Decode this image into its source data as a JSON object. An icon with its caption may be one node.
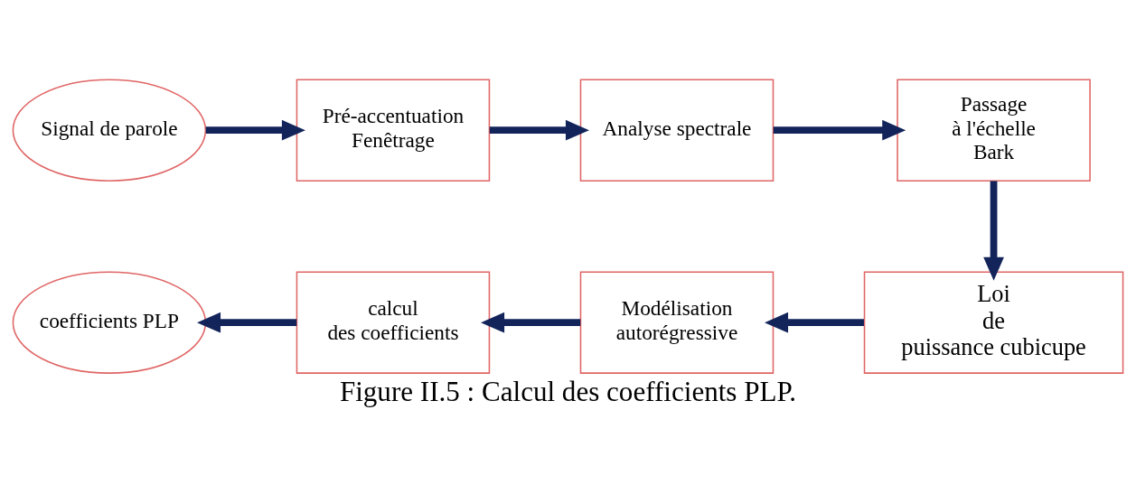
{
  "diagram": {
    "caption": "Figure II.5 : Calcul des coefficients PLP.",
    "nodes": [
      {
        "text": [
          "Signal de parole"
        ]
      },
      {
        "text": [
          "Pré-accentuation Fenêtrage"
        ]
      },
      {
        "text": [
          "Analyse spectrale"
        ]
      },
      {
        "text": [
          "Passage à l'échelle Bark"
        ]
      },
      {
        "text": [
          "Loi de puissance cubicupe"
        ]
      },
      {
        "text": [
          "Modélisation autorégressive"
        ]
      },
      {
        "text": [
          "calcul des coefficients"
        ]
      },
      {
        "text": [
          "coefficients PLP"
        ]
      }
    ],
    "edges": [
      {
        "from": 0,
        "to": 1,
        "arrow": "to"
      },
      {
        "from": 1,
        "to": 2,
        "arrow": "to"
      },
      {
        "from": 2,
        "to": 3,
        "arrow": "to"
      },
      {
        "from": 3,
        "to": 4,
        "arrow": "to"
      },
      {
        "from": 4,
        "to": 5,
        "arrow": "to"
      },
      {
        "from": 5,
        "to": 6,
        "arrow": "to"
      },
      {
        "from": 6,
        "to": 7,
        "arrow": "to"
      }
    ]
  }
}
